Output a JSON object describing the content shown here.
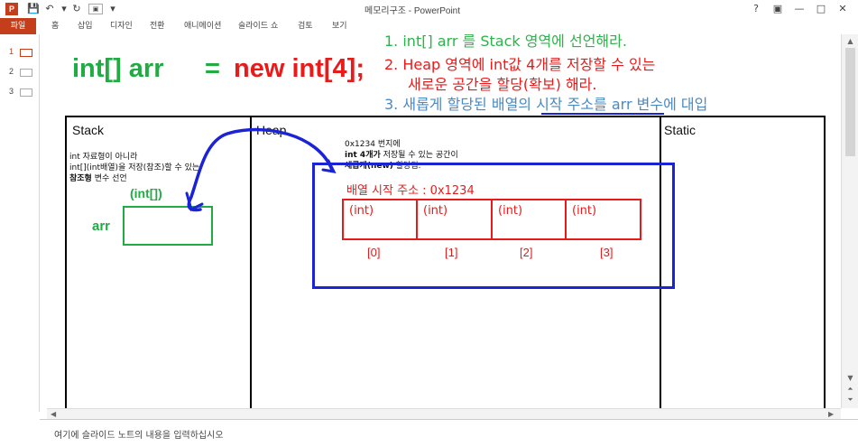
{
  "window": {
    "title": "메모리구조 - PowerPoint",
    "app_icon": "P",
    "quick_access_icons": [
      "save-icon",
      "undo-icon",
      "redo-icon",
      "present-icon"
    ],
    "controls": [
      "?",
      "—",
      "□",
      "✕"
    ]
  },
  "ribbon": {
    "file_tab": "파일",
    "tabs": [
      "홈",
      "삽입",
      "디자인",
      "전환",
      "애니메이션",
      "슬라이드 쇼",
      "검토",
      "보기"
    ],
    "accent_color": "#c43e1c"
  },
  "thumbnails": [
    {
      "number": "1",
      "active": true
    },
    {
      "number": "2",
      "active": false
    },
    {
      "number": "3",
      "active": false
    }
  ],
  "slide": {
    "heading_green": "int[] arr",
    "heading_eq": "=",
    "heading_red": "new int[4];",
    "step1_partial": "1. int[] arr 를 Stack 영역에 선언해라.",
    "step2_line1": "2.   Heap 영역에 int값 4개를 저장할 수 있는",
    "step2_line2": "새로운 공간을 할당(확보) 해라.",
    "step3": "3. 새롭게 할당된 배열의 시작 주소를 arr 변수에 대입",
    "colors": {
      "green": "#22aa44",
      "red": "#e81a1a",
      "blue": "#1a23d6",
      "steel": "#4a8ac4"
    },
    "table": {
      "columns": [
        "Stack",
        "Heap",
        "Static"
      ],
      "stack": {
        "note_line1": "int 자료형이 아니라",
        "note_line2": "int[](int배열)을 저장(참조)할 수 있는",
        "note_line3_bold": "참조형",
        "note_line3_rest": " 변수 선언",
        "type_label": "(int[])",
        "var_label": "arr"
      },
      "heap": {
        "note_line1": "0x1234 번지에",
        "note_line2_bold": "int 4개가",
        "note_line2_rest": " 저장될 수 있는 공간이",
        "note_line3_bold": "새롭게(new)",
        "note_line3_rest": " 할당됨.",
        "start_addr": "배열 시작 주소 : 0x1234",
        "cells": [
          "(int)",
          "(int)",
          "(int)",
          "(int)"
        ],
        "indices": [
          "[0]",
          "[1]",
          "[2]",
          "[3]"
        ]
      }
    }
  },
  "notes": {
    "placeholder": "여기에 슬라이드 노트의 내용을 입력하십시오"
  }
}
